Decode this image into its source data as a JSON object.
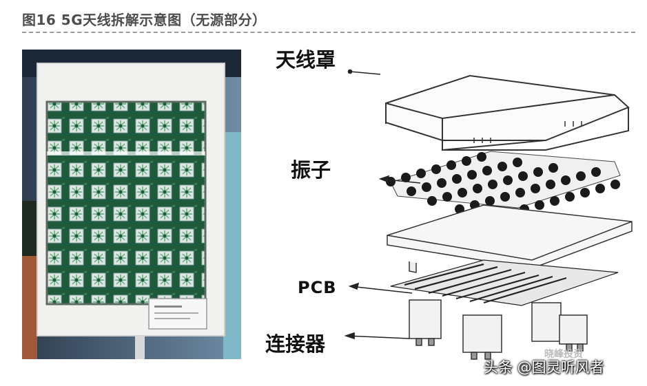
{
  "figure": {
    "title": "图16 5G天线拆解示意图（无源部分）"
  },
  "diagram": {
    "labels": {
      "cover": "天线罩",
      "elements": "振子",
      "pcb": "PCB",
      "connector": "连接器"
    }
  },
  "watermark": {
    "text": "头条 @图灵听风者",
    "bg_text": "晓峰投资"
  },
  "colors": {
    "title": "#4d4d4d",
    "pcb_green": "#1f5a3a",
    "line": "#333333"
  }
}
